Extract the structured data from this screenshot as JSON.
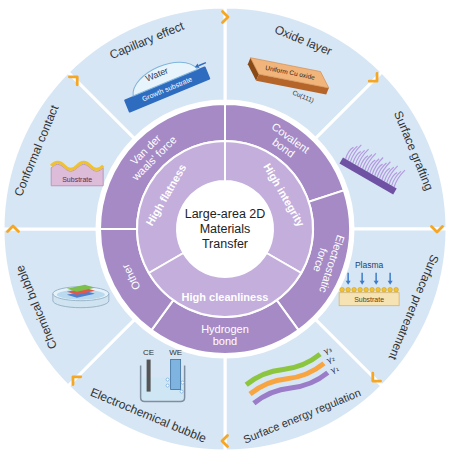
{
  "diagram": {
    "nodes": [
      {
        "text": [
          "Large-area 2D Materials Transfer"
        ]
      },
      {
        "text": [
          "High flatness"
        ]
      },
      {
        "text": [
          "High integrity"
        ]
      },
      {
        "text": [
          "High cleanliness"
        ]
      },
      {
        "text": [
          "Van der waals' force"
        ]
      },
      {
        "text": [
          "Covalent bond"
        ]
      },
      {
        "text": [
          "Electrostatic force"
        ]
      },
      {
        "text": [
          "Hydrogen bond"
        ]
      },
      {
        "text": [
          "Other"
        ]
      },
      {
        "text": [
          "Capillary effect"
        ]
      },
      {
        "text": [
          "Oxide layer"
        ]
      },
      {
        "text": [
          "Surface grafting"
        ]
      },
      {
        "text": [
          "Surface pretreatment"
        ]
      },
      {
        "text": [
          "Surface energy regulation"
        ]
      },
      {
        "text": [
          "Electrochemical bubble"
        ]
      },
      {
        "text": [
          "Chemical bubble"
        ]
      },
      {
        "text": [
          "Conformal contact"
        ]
      }
    ],
    "labels": [
      "Water",
      "Growth substrate",
      "Uniform Cu oxide",
      "Cu(111)",
      "Plasma",
      "Substrate",
      "γ₃",
      "γ₂",
      "γ₁",
      "CE",
      "WE",
      "Substrate"
    ]
  }
}
